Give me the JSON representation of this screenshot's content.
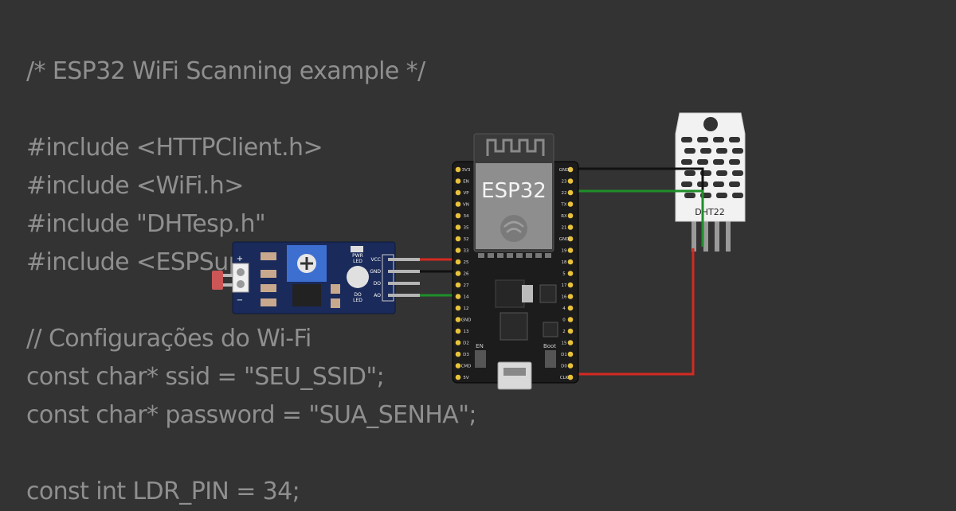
{
  "code_lines": [
    "/* ESP32 WiFi Scanning example */",
    "",
    "#include <HTTPClient.h>",
    "#include <WiFi.h>",
    "#include \"DHTesp.h\"",
    "#include <ESPSupabase.h>",
    "",
    "// Configurações do Wi-Fi",
    "const char* ssid = \"SEU_SSID\";",
    "const char* password = \"SUA_SENHA\";",
    "",
    "const int LDR_PIN = 34;"
  ],
  "esp32": {
    "label": "ESP32",
    "en_label": "EN",
    "boot_label": "Boot",
    "left_pins": [
      "3V3",
      "EN",
      "VP",
      "VN",
      "34",
      "35",
      "32",
      "33",
      "25",
      "26",
      "27",
      "14",
      "12",
      "GND",
      "13",
      "D2",
      "D3",
      "CMD",
      "5V"
    ],
    "right_pins": [
      "GND",
      "23",
      "22",
      "TX",
      "RX",
      "21",
      "GND",
      "19",
      "18",
      "5",
      "17",
      "16",
      "4",
      "0",
      "2",
      "15",
      "D1",
      "D0",
      "CLK"
    ]
  },
  "ldr_module": {
    "pins": [
      "VCC",
      "GND",
      "DO",
      "AO"
    ],
    "pwr_led_label": "PWR\nLED",
    "do_led_label": "DO\nLED",
    "plus": "+",
    "minus": "−"
  },
  "dht22": {
    "label": "DHT22"
  },
  "colors": {
    "background": "#333333",
    "code_text": "#8f8f8f",
    "wire_power": "#d42a21",
    "wire_ground": "#111111",
    "wire_signal": "#1f8f2a",
    "board": "#1c1c1c",
    "module_pcb": "#1a2a5a",
    "pot": "#3d6fd1",
    "header_pin": "#e8c23a"
  }
}
